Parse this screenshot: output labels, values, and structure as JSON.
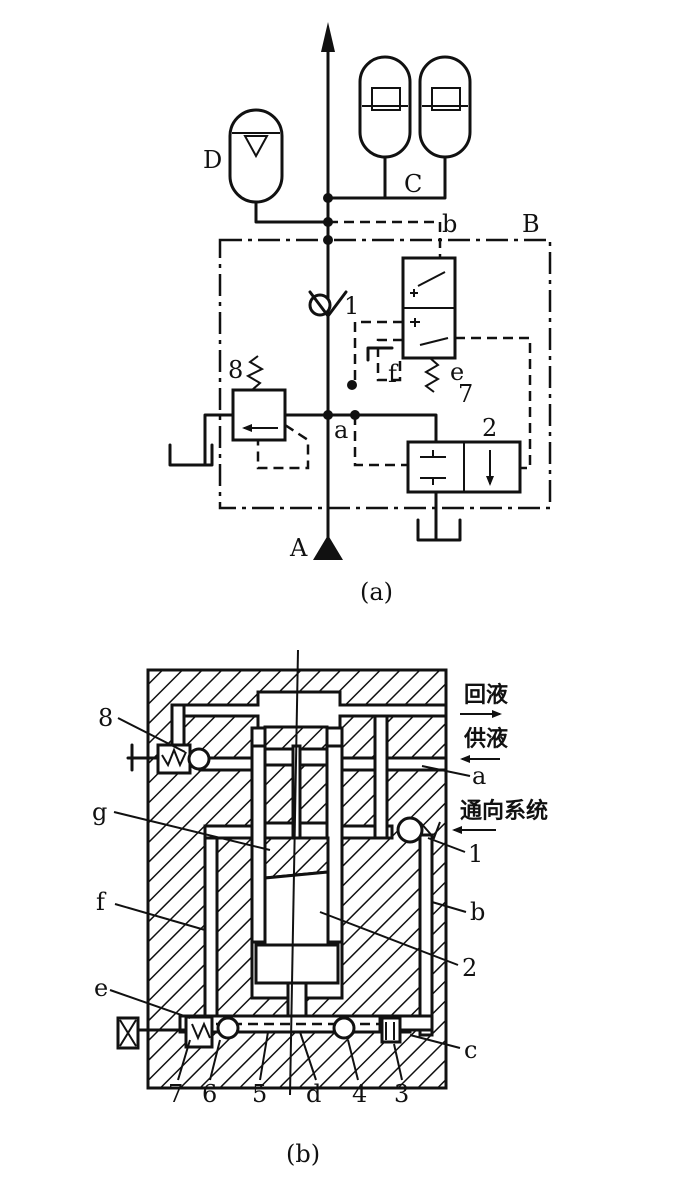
{
  "diagram_a": {
    "caption": "(a)",
    "labels": {
      "A": "A",
      "B": "B",
      "C": "C",
      "D": "D",
      "a": "a",
      "b": "b",
      "e": "e",
      "f": "f",
      "n1": "1",
      "n2": "2",
      "n7": "7",
      "n8": "8"
    }
  },
  "diagram_b": {
    "caption": "(b)",
    "annotations": {
      "return": "回液",
      "supply": "供液",
      "to_system": "通向系统"
    },
    "labels": {
      "n8": "8",
      "a": "a",
      "g": "g",
      "n1": "1",
      "f": "f",
      "b": "b",
      "n2": "2",
      "e": "e",
      "c": "c",
      "n7": "7",
      "n6": "6",
      "n5": "5",
      "d": "d",
      "n4": "4",
      "n3": "3"
    }
  }
}
